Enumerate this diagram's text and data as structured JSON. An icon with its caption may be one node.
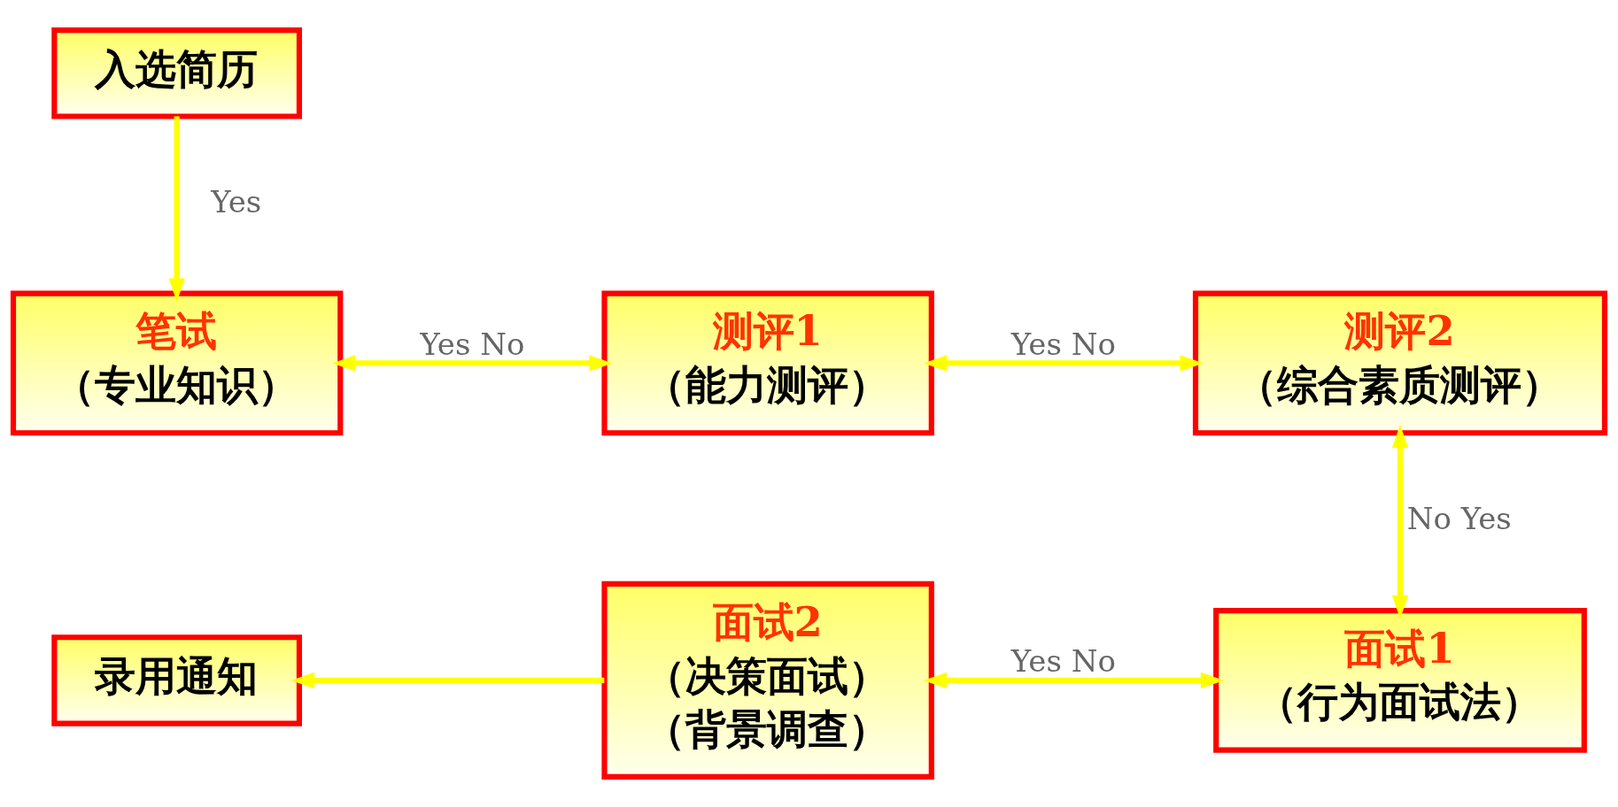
{
  "diagram": {
    "nodes": [
      {
        "text": [
          "入选简历"
        ]
      },
      {
        "text": [
          "笔试",
          "（专业知识）"
        ]
      },
      {
        "text": [
          "测评1",
          "（能力测评）"
        ]
      },
      {
        "text": [
          "测评2",
          "（综合素质测评）"
        ]
      },
      {
        "text": [
          "面试1",
          "（行为面试法）"
        ]
      },
      {
        "text": [
          "面试2",
          "（决策面试）",
          "（背景调查）"
        ]
      },
      {
        "text": [
          "录用通知"
        ]
      }
    ],
    "edges": [
      {
        "from": 0,
        "to": 1,
        "arrow": "to",
        "label": "Yes"
      },
      {
        "from": 1,
        "to": 2,
        "arrow": "both",
        "label": "Yes No"
      },
      {
        "from": 2,
        "to": 3,
        "arrow": "both",
        "label": "Yes No"
      },
      {
        "from": 3,
        "to": 4,
        "arrow": "both",
        "label": "No Yes"
      },
      {
        "from": 4,
        "to": 5,
        "arrow": "both",
        "label": "Yes No"
      },
      {
        "from": 5,
        "to": 6,
        "arrow": "to"
      }
    ]
  }
}
